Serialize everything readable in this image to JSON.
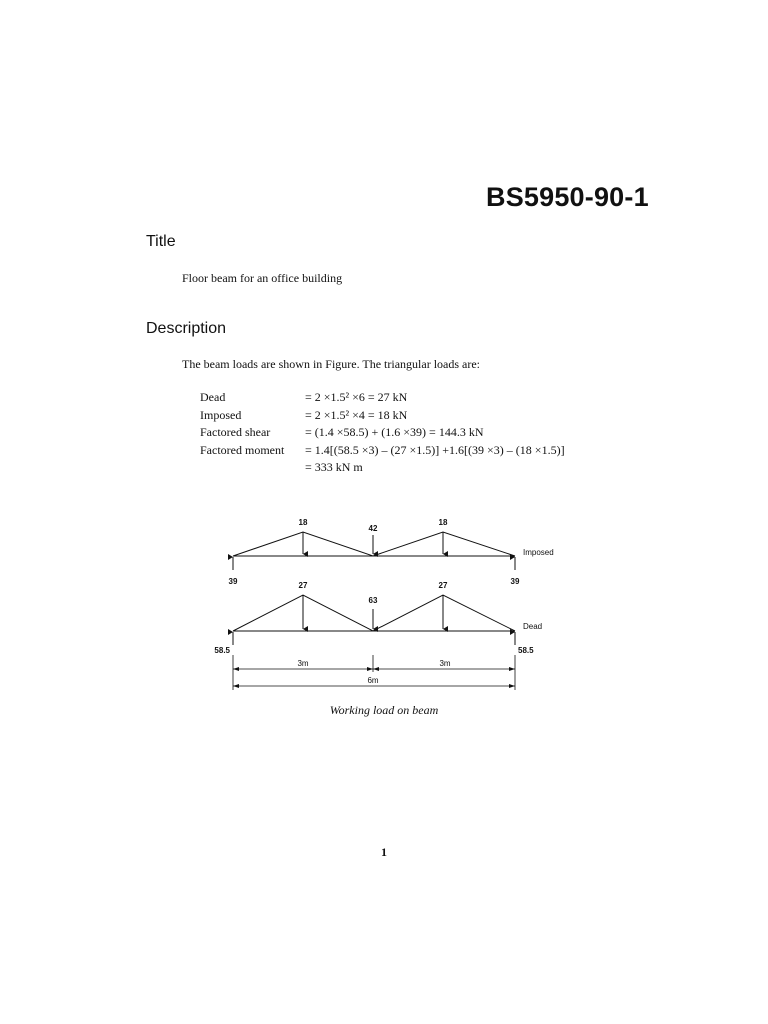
{
  "document": {
    "code": "BS5950-90-1",
    "page_number": "1"
  },
  "sections": [
    {
      "heading": "Title",
      "text": "Floor beam for an office building"
    },
    {
      "heading": "Description",
      "text": "The beam loads are shown in Figure. The triangular loads are:"
    }
  ],
  "calculations": [
    {
      "label": "Dead",
      "expression": "= 2 ×1.5² ×6 = 27 kN"
    },
    {
      "label": "Imposed",
      "expression": "= 2 ×1.5² ×4 = 18 kN"
    },
    {
      "label": "Factored shear",
      "expression": "= (1.4 ×58.5) + (1.6 ×39) = 144.3 kN"
    },
    {
      "label": "Factored moment",
      "expression": "= 1.4[(58.5 ×3) – (27 ×1.5)] +1.6[(39 ×3) – (18 ×1.5)]"
    },
    {
      "label": "",
      "expression": "= 333 kN m"
    }
  ],
  "figure": {
    "caption": "Working load on beam",
    "imposed": {
      "name": "Imposed",
      "triangle_peak_left": "18",
      "triangle_peak_right": "18",
      "midspan_load": "42",
      "reaction_left": "39",
      "reaction_right": "39"
    },
    "dead": {
      "name": "Dead",
      "triangle_peak_left": "27",
      "triangle_peak_right": "27",
      "midspan_load": "63",
      "reaction_left": "58.5",
      "reaction_right": "58.5"
    },
    "dimensions": {
      "left_half": "3m",
      "right_half": "3m",
      "total": "6m"
    }
  }
}
